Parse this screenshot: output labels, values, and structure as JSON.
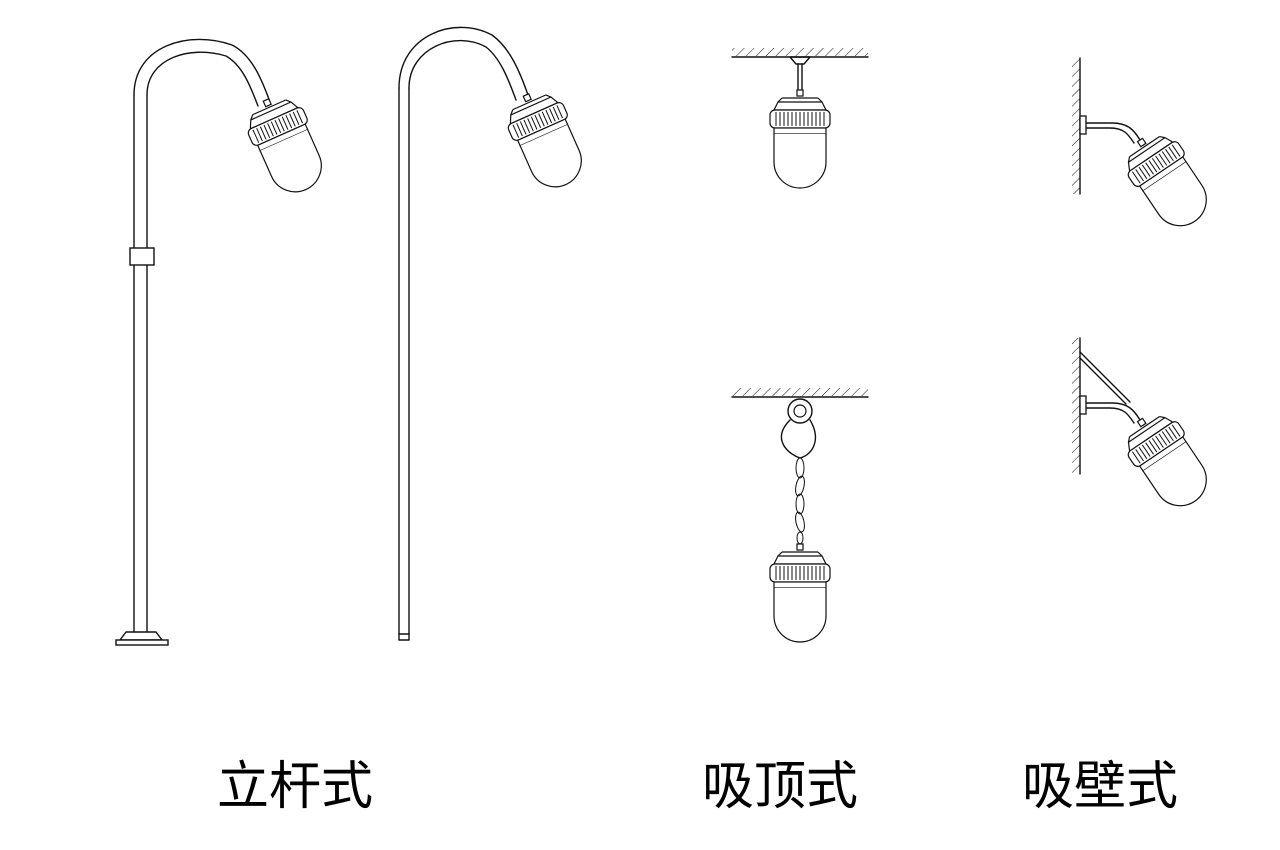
{
  "captions": {
    "pole": "立杆式",
    "ceiling": "吸顶式",
    "wall": "吸壁式"
  },
  "colors": {
    "line": "#111111",
    "background": "#ffffff"
  }
}
